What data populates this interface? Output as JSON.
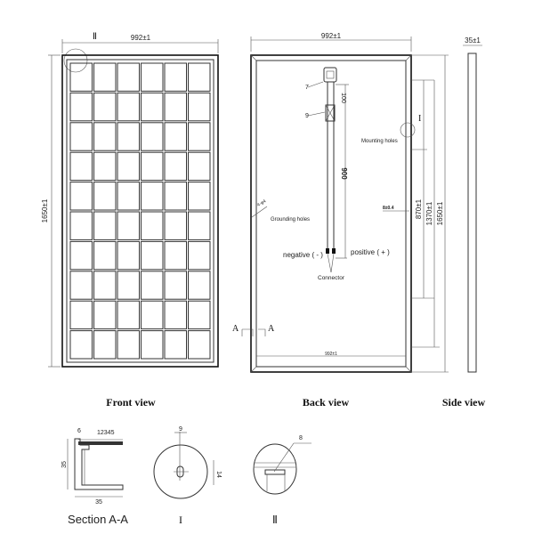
{
  "front": {
    "width_dim": "992±1",
    "height_dim": "1650±1",
    "detail_ref": "Ⅱ",
    "label": "Front view",
    "cell_cols": 6,
    "cell_rows": 10
  },
  "back": {
    "width_dim": "992±1",
    "inner_width_dim": "992±1",
    "dim_100": "100",
    "dim_900": "900",
    "dim_870": "870±1",
    "dim_1370": "1370±1",
    "dim_1650": "1650±1",
    "hole_dim": "8±0.4",
    "grounding_dim": "4-φ4",
    "item_7": "7",
    "item_9": "9",
    "mounting_holes": "Mounting holes",
    "detail_ref": "I",
    "grounding_holes": "Grounding holes",
    "negative": "negative ( - )",
    "positive": "positive ( + )",
    "connector": "Connector",
    "section_mark": "A",
    "label": "Back view"
  },
  "side": {
    "thickness_dim": "35±1",
    "label": "Side view"
  },
  "section": {
    "layers": "12345",
    "item_6": "6",
    "height_dim": "35",
    "width_dim": "35",
    "label": "Section A-A"
  },
  "detail1": {
    "dim_9": "9",
    "dim_14": "14",
    "label": "I"
  },
  "detail2": {
    "item_8": "8",
    "label": "Ⅱ"
  }
}
